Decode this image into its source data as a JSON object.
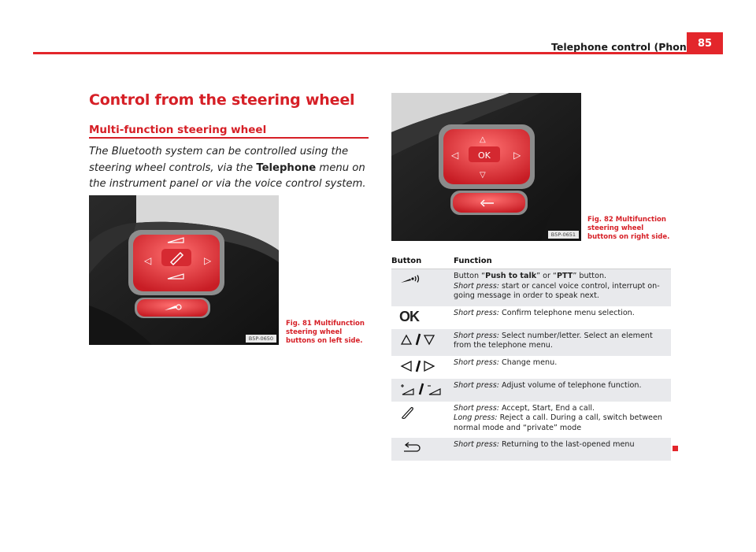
{
  "header": {
    "section_title": "Telephone control (Phone)",
    "page_number": "85"
  },
  "title": "Control from the steering wheel",
  "subtitle": "Multi-function steering wheel",
  "intro": {
    "part1": "The Bluetooth system can be controlled using the steering wheel controls, via the ",
    "bold": "Telephone",
    "part2": " menu on the instrument panel or via the voice control system."
  },
  "figures": {
    "fig81": {
      "tag": "B5P-0650",
      "caption": "Fig. 81  Multifunction steering wheel buttons on left side."
    },
    "fig82": {
      "tag": "B5P-0651",
      "caption": "Fig. 82  Multifunction steering wheel buttons on right side.",
      "ok_label": "OK"
    }
  },
  "table": {
    "header_button": "Button",
    "header_function": "Function",
    "rows": [
      {
        "icon": "push-to-talk-icon",
        "intro": "Button “",
        "b1": "Push to talk",
        "mid": "” or “",
        "b2": "PTT",
        "outro": "” button.",
        "lbl_a": "Short press:",
        "txt_a": " start or cancel voice control, interrupt on-going message in order to speak next."
      },
      {
        "icon": "ok-icon",
        "ok_text": "OK",
        "lbl_a": "Short press:",
        "txt_a": " Confirm telephone menu selection."
      },
      {
        "icon": "up-down-arrows-icon",
        "lbl_a": "Short press:",
        "txt_a": " Select number/letter. Select an element from the telephone menu."
      },
      {
        "icon": "left-right-arrows-icon",
        "lbl_a": "Short press:",
        "txt_a": " Change menu."
      },
      {
        "icon": "volume-icon",
        "lbl_a": "Short press:",
        "txt_a": " Adjust volume of telephone function."
      },
      {
        "icon": "phone-handset-icon",
        "lbl_a": "Short press:",
        "txt_a": " Accept, Start, End a call.",
        "lbl_b": "Long press:",
        "txt_b": " Reject a call. During a call, switch between normal mode and “private” mode"
      },
      {
        "icon": "return-icon",
        "lbl_a": "Short press:",
        "txt_a": " Returning to the last-opened menu"
      }
    ]
  },
  "colors": {
    "accent": "#e3262b",
    "button_red": "#e8313a",
    "shade": "#e8e9ec"
  }
}
